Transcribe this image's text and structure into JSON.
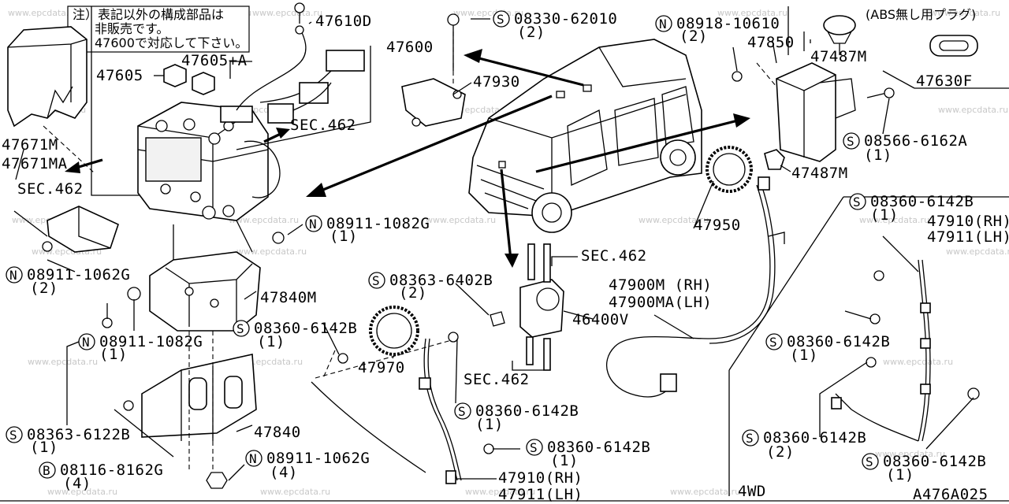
{
  "note": {
    "line1": "注）表記以外の構成部品は",
    "line2": "非販売です。",
    "line3": "47600で対応して下さい。"
  },
  "watermark": "www.epcdata.ru",
  "callouts": {
    "p47610D": "47610D",
    "p47600": "47600",
    "p47605": "47605",
    "p47605A": "47605+A",
    "sec462_a": "SEC.462",
    "p47671M": "47671M",
    "p47671MA": "47671MA",
    "sec462_b": "SEC.462",
    "n08911_1082G_a": "08911-1082G",
    "n08911_1082G_a_qty": "(1)",
    "n08911_1062G_a": "08911-1062G",
    "n08911_1062G_a_qty": "(2)",
    "p47840M": "47840M",
    "n08911_1082G_b": "08911-1082G",
    "n08911_1082G_b_qty": "(1)",
    "s08363_6122B": "08363-6122B",
    "s08363_6122B_qty": "(1)",
    "b08116_8162G": "08116-8162G",
    "b08116_8162G_qty": "(4)",
    "p47840": "47840",
    "n08911_1062G_b": "08911-1062G",
    "n08911_1062G_b_qty": "(4)",
    "s08330_62010": "08330-62010",
    "s08330_62010_qty": "(2)",
    "p47930": "47930",
    "sec462_c": "SEC.462",
    "s08363_6402B": "08363-6402B",
    "s08363_6402B_qty": "(2)",
    "p46400V": "46400V",
    "s08360_6142B_a": "08360-6142B",
    "s08360_6142B_a_qty": "(1)",
    "p47970": "47970",
    "sec462_d": "SEC.462",
    "s08360_6142B_b": "08360-6142B",
    "s08360_6142B_b_qty": "(1)",
    "s08360_6142B_c": "08360-6142B",
    "s08360_6142B_c_qty": "(1)",
    "p47910RH_a": "47910(RH)",
    "p47911LH_a": "47911(LH)",
    "n08918_10610": "08918-10610",
    "n08918_10610_qty": "(2)",
    "p47850": "47850",
    "p47487M_a": "47487M",
    "abs_plug": "(ABS無し用プラグ)",
    "p47630F": "47630F",
    "s08566_6162A": "08566-6162A",
    "s08566_6162A_qty": "(1)",
    "p47487M_b": "47487M",
    "p47950": "47950",
    "p47900M": "47900M (RH)",
    "p47900MA": "47900MA(LH)",
    "s08360_6142B_d": "08360-6142B",
    "s08360_6142B_d_qty": "(1)",
    "p47910RH_b": "47910(RH)",
    "p47911LH_b": "47911(LH)",
    "s08360_6142B_e": "08360-6142B",
    "s08360_6142B_e_qty": "(1)",
    "s08360_6142B_f": "08360-6142B",
    "s08360_6142B_f_qty": "(2)",
    "s08360_6142B_g": "08360-6142B",
    "s08360_6142B_g_qty": "(1)",
    "fwd": "4WD",
    "diagram_code": "A476A025"
  },
  "prefix": {
    "N": "N",
    "S": "S",
    "B": "B"
  }
}
